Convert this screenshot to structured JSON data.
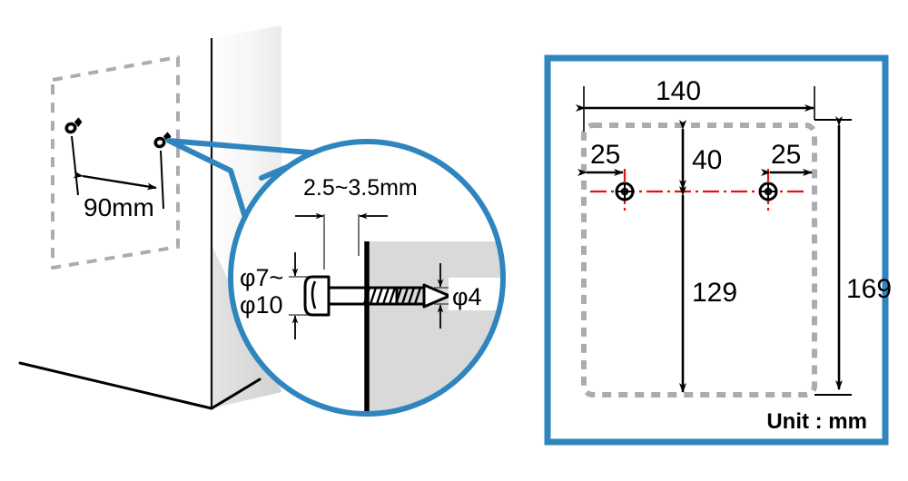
{
  "document": {
    "title": "Wall mounting screw installation diagram",
    "unit_note": "Unit : mm"
  },
  "colors": {
    "accent_blue": "#2f85bd",
    "dashed_gray": "#a9adb2",
    "wall_gray": "#d9d9d9",
    "panel_gray_light": "#f2f2f2",
    "centerline_red": "#e8120b",
    "line_black": "#000000"
  },
  "left_view": {
    "name": "wall-perspective-view",
    "screw_spacing_label": "90mm",
    "screws": [
      {
        "id": "screw-left",
        "label": "screw-head-icon"
      },
      {
        "id": "screw-right",
        "label": "screw-head-icon"
      }
    ],
    "mount_outline": "dashed-rounded-rectangle",
    "wall": "vertical-wall-panel",
    "floor": "floor-edge-line"
  },
  "detail_circle": {
    "name": "magnified-screw-detail",
    "callout": "leader-lines-to-right-screw",
    "labels": {
      "wall_thickness": "2.5~3.5mm",
      "head_diameter_line1": "φ7~",
      "head_diameter_line2": "φ10",
      "shank_diameter": "φ4"
    }
  },
  "right_panel": {
    "name": "mounting-template-dimensions",
    "unit_label": "Unit : mm",
    "dimensions": {
      "overall_width": "140",
      "overall_height": "169",
      "hole_inset_left": "25",
      "hole_inset_right": "25",
      "hole_from_top": "40",
      "hole_to_bottom": "129"
    },
    "holes": [
      {
        "id": "hole-left",
        "marker": "crosshair-hole-icon"
      },
      {
        "id": "hole-right",
        "marker": "crosshair-hole-icon"
      }
    ],
    "outline": "dashed-rounded-rectangle"
  }
}
